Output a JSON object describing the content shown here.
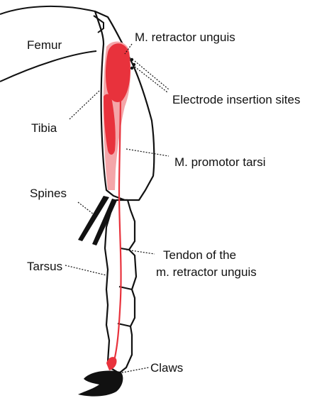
{
  "labels": {
    "femur": "Femur",
    "tibia": "Tibia",
    "spines": "Spines",
    "tarsus": "Tarsus",
    "retractor": "M. retractor unguis",
    "electrode": "Electrode insertion sites",
    "promotor": "M. promotor tarsi",
    "tendon_line1": "Tendon of the",
    "tendon_line2": "m. retractor unguis",
    "claws": "Claws"
  },
  "colors": {
    "muscle_dark": "#e8323c",
    "muscle_light": "#f4a6a9",
    "outline": "#111111",
    "background": "#ffffff"
  }
}
